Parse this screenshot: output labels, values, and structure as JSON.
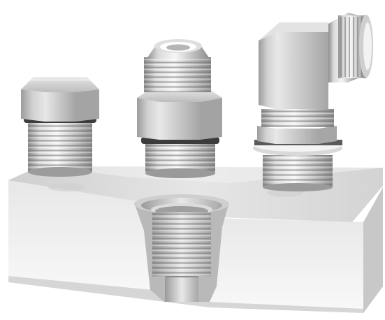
{
  "scene": {
    "subject": "hydraulic-port-fittings",
    "background_color": "#ffffff",
    "metal_light": "#f2f2f2",
    "metal_mid": "#c4c4c4",
    "metal_dark": "#7c7c7c",
    "thread_dark": "#8a8a8a",
    "oring_color": "#3c3c3c",
    "block_face": "#f1f1f1",
    "block_top": "#dcdcdc",
    "block_side": "#c9c9c9",
    "cut_shadow": "#a8a8a8"
  },
  "objects": [
    {
      "name": "hex-plug-fitting"
    },
    {
      "name": "straight-flare-adapter-fitting"
    },
    {
      "name": "elbow-adapter-fitting"
    },
    {
      "name": "sectioned-port-block"
    }
  ]
}
